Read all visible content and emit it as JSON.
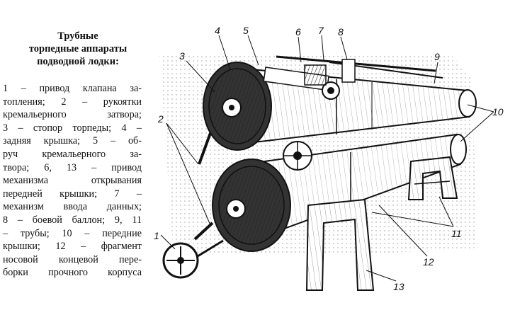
{
  "title_lines": [
    "Трубные",
    "торпедные аппараты",
    "подводной лодки:"
  ],
  "caption_lines": [
    "1 – привод клапана за-",
    "топления; 2 – рукоятки",
    "кремальерного затвора;",
    "3 – стопор торпеды; 4 –",
    "задняя крышка; 5 – об-",
    "руч кремальерного за-",
    "твора; 6, 13 – привод",
    "механизма открывания",
    "передней крышки; 7 –",
    "механизм ввода данных;",
    "8 – боевой баллон; 9, 11",
    "– трубы; 10 – передние",
    "крышки; 12 – фрагмент",
    "носовой концевой пере-",
    "борки прочного корпуса"
  ],
  "callouts": [
    "1",
    "2",
    "3",
    "4",
    "5",
    "6",
    "7",
    "8",
    "9",
    "10",
    "11",
    "12",
    "13"
  ]
}
